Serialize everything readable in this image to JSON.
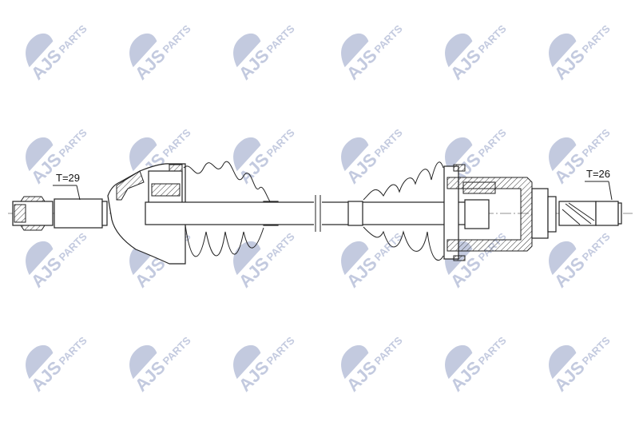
{
  "watermark": {
    "brand": "AJS",
    "suffix": "PARTS",
    "color": "#c3cadf"
  },
  "labels": {
    "left_spline": "T=29",
    "right_spline": "T=26"
  }
}
